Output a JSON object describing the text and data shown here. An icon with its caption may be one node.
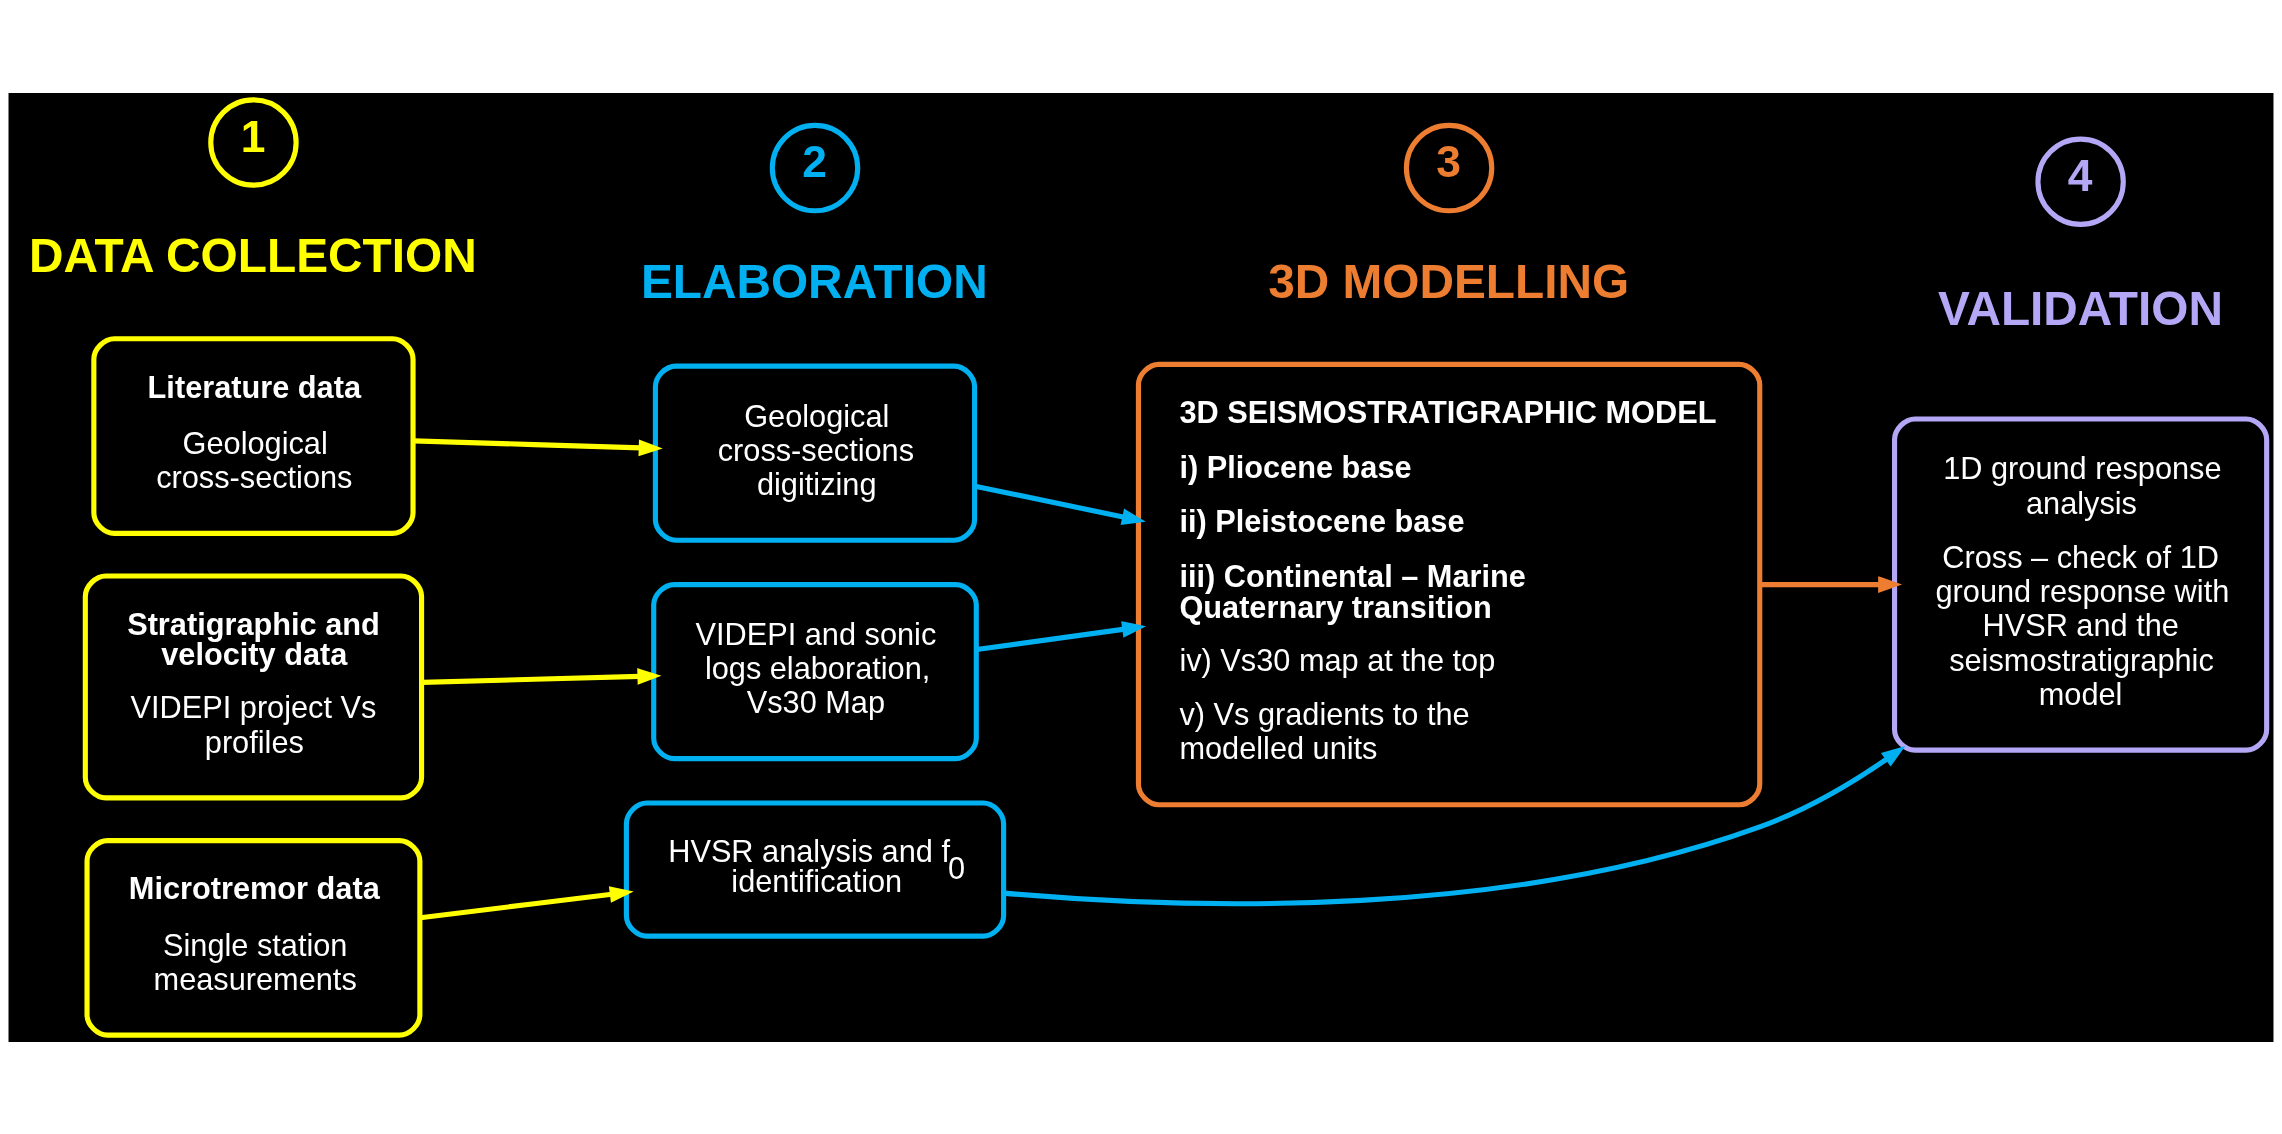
{
  "diagram": {
    "nodes": [
      {
        "text": [
          "1"
        ],
        "beside": [
          "DATA COLLECTION"
        ]
      },
      {
        "text": [
          "2"
        ],
        "beside": [
          "ELABORATION"
        ]
      },
      {
        "text": [
          "3"
        ],
        "beside": [
          "3D MODELLING"
        ]
      },
      {
        "text": [
          "4"
        ],
        "beside": [
          "VALIDATION"
        ]
      },
      {
        "text": [
          "Literature data",
          "Geological cross-sections"
        ]
      },
      {
        "text": [
          "Geological cross-sections digitizing"
        ]
      },
      {
        "text": [
          "3D SEISMOSTRATIGRAPHIC MODEL",
          "i) Pliocene base",
          "ii) Pleistocene base",
          "iii) Continental – Marine Quaternary transition",
          "iv) Vs30 map at the top",
          "v) Vs gradients to the modelled units"
        ]
      },
      {
        "text": [
          "1D ground response analysis",
          "Cross – check of 1D ground response with HVSR and the seismostratigraphic model"
        ]
      },
      {
        "text": [
          "Stratigraphic and velocity data",
          "VIDEPI project Vs profiles"
        ]
      },
      {
        "text": [
          "VIDEPI and sonic logs elaboration, Vs30 Map"
        ]
      },
      {
        "text": [
          "Microtremor data",
          "Single station measurements"
        ]
      },
      {
        "text": [
          "HVSR analysis and f$_{0}$ identification"
        ]
      }
    ],
    "edges": [
      {
        "from": 4,
        "to": 5,
        "arrow": "to",
        "color": "#ffff00"
      },
      {
        "from": 8,
        "to": 9,
        "arrow": "to",
        "color": "#ffff00"
      },
      {
        "from": 10,
        "to": 11,
        "arrow": "to",
        "color": "#ffff00"
      },
      {
        "from": 5,
        "to": 6,
        "arrow": "to",
        "color": "#00b0f0"
      },
      {
        "from": 9,
        "to": 6,
        "arrow": "to",
        "color": "#00b0f0"
      },
      {
        "from": 6,
        "to": 7,
        "arrow": "to",
        "color": "#ed7d31"
      },
      {
        "from": 11,
        "to": 7,
        "arrow": "to",
        "color": "#00b0f0"
      }
    ]
  }
}
